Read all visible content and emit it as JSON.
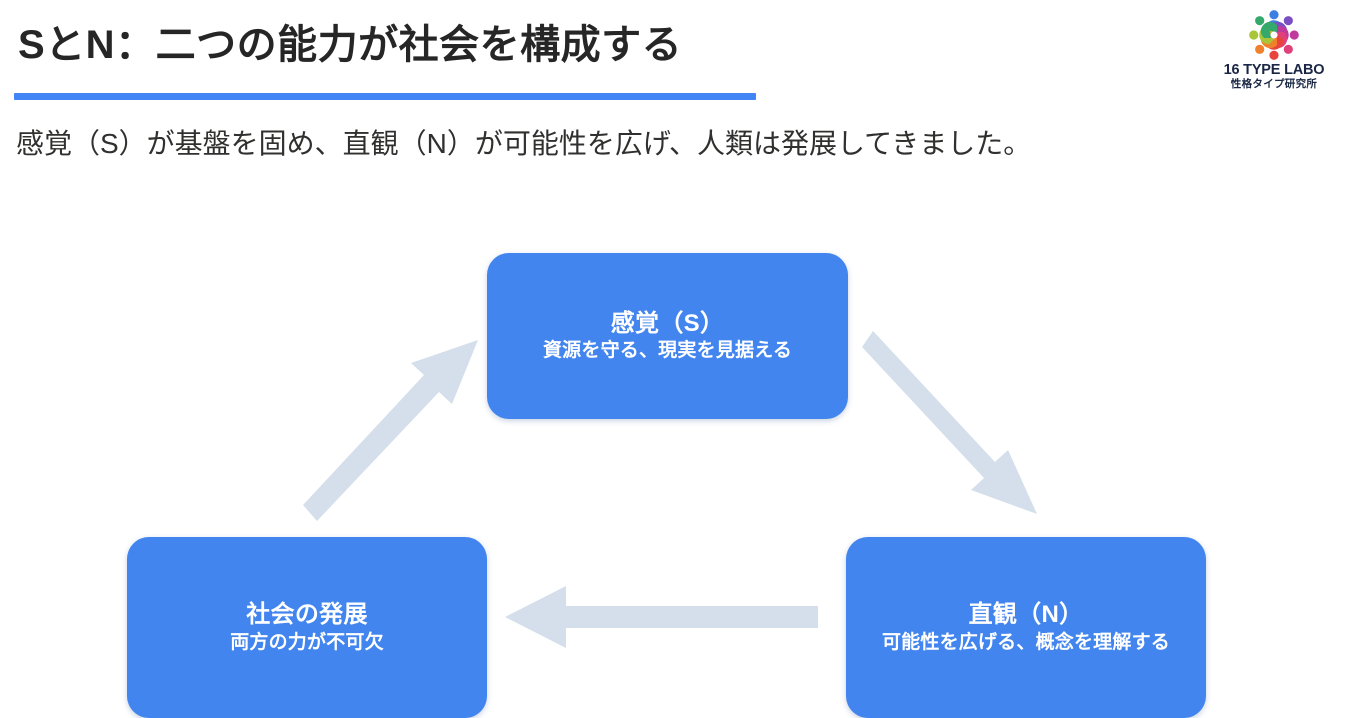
{
  "header": {
    "title": "SとN：二つの能力が社会を構成する",
    "subtitle": "感覚（S）が基盤を固め、直観（N）が可能性を広げ、人類は発展してきました。",
    "rule_color": "#4285f4"
  },
  "logo": {
    "mark": "people-circle-icon",
    "name": "16 TYPE LABO",
    "subname": "性格タイプ研究所",
    "text_color": "#1a2744",
    "mark_colors": [
      "#3d7fe0",
      "#7b4fc4",
      "#c0399c",
      "#e0417a",
      "#e8443c",
      "#f0802c",
      "#a8c637",
      "#35a86b"
    ]
  },
  "diagram": {
    "type": "cycle",
    "node_color": "#4285ee",
    "arrow_color": "#d4dfeb",
    "nodes": [
      {
        "id": "sensing",
        "title": "感覚（S）",
        "desc": "資源を守る、現実を見据える"
      },
      {
        "id": "intuition",
        "title": "直観（N）",
        "desc": "可能性を広げる、概念を理解する"
      },
      {
        "id": "society",
        "title": "社会の発展",
        "desc": "両方の力が不可欠"
      }
    ],
    "arrows": [
      {
        "id": "sensing-to-intuition",
        "from": "sensing",
        "to": "intuition",
        "direction": "down-right"
      },
      {
        "id": "intuition-to-society",
        "from": "intuition",
        "to": "society",
        "direction": "left"
      },
      {
        "id": "society-to-sensing",
        "from": "society",
        "to": "sensing",
        "direction": "up-right"
      }
    ]
  }
}
